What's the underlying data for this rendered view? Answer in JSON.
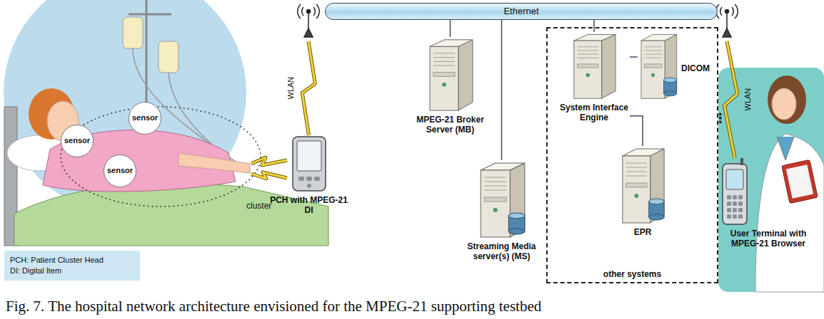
{
  "diagram": {
    "caption": "Fig. 7. The hospital network architecture envisioned for the MPEG-21 supporting testbed",
    "nodes": [
      {
        "text": [
          "sensor"
        ]
      },
      {
        "text": [
          "sensor"
        ]
      },
      {
        "text": [
          "sensor"
        ]
      },
      {
        "text": [
          "PCH with MPEG-21 DI"
        ]
      },
      {
        "text": [
          "PCH: Patient Cluster Head",
          "DI: Digital Item"
        ]
      },
      {
        "text": [
          "Ethernet"
        ]
      },
      {
        "text": [
          "MPEG-21 Broker Server (MB)"
        ]
      },
      {
        "text": [
          "Streaming Media server(s) (MS)"
        ]
      },
      {
        "text": [
          "other systems"
        ]
      },
      {
        "text": [
          "System Interface Engine"
        ],
        "in": 8
      },
      {
        "text": [
          "DICOM"
        ],
        "in": 8
      },
      {
        "text": [
          "EPR"
        ],
        "in": 8
      },
      {
        "text": [
          "User Terminal with MPEG-21 Browser"
        ]
      }
    ],
    "edges": [
      {
        "from": 5,
        "to": 6,
        "arrow": "none"
      },
      {
        "from": 5,
        "to": 7,
        "arrow": "none"
      },
      {
        "from": 5,
        "to": 9,
        "arrow": "none"
      },
      {
        "from": 9,
        "to": 10,
        "arrow": "none"
      },
      {
        "from": 9,
        "to": 11,
        "arrow": "none"
      },
      {
        "from": 5,
        "to": 3,
        "label": "WLAN",
        "arrow": "none"
      },
      {
        "from": 5,
        "to": 12,
        "label": "WLAN",
        "arrow": "none"
      }
    ],
    "labels": [
      "cluster"
    ]
  }
}
